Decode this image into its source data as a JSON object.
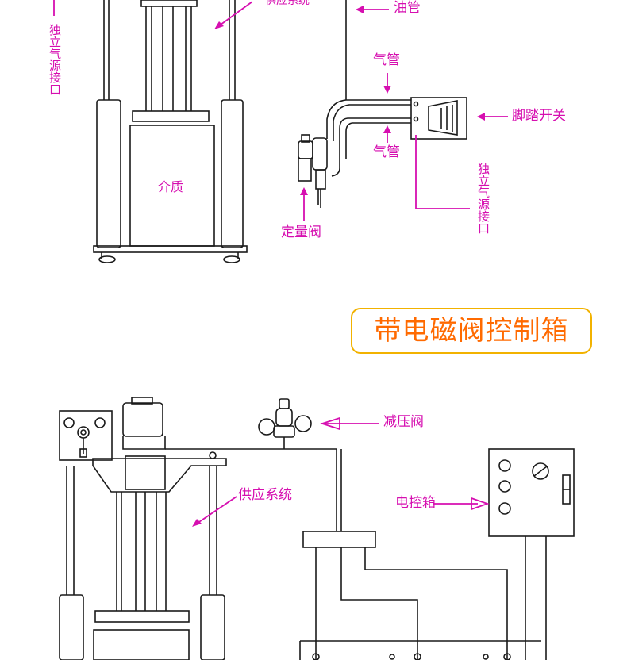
{
  "top": {
    "supply_system": "供应系统",
    "oil_pipe": "油管",
    "air_pipe_top": "气管",
    "air_pipe_bottom": "气管",
    "foot_switch": "脚踏开关",
    "metering_valve": "定量阀",
    "independent_air_left": "独立气源接口",
    "independent_air_right": "独立气源接口",
    "medium": "介质"
  },
  "title": {
    "text": "带电磁阀控制箱"
  },
  "bottom": {
    "pressure_valve": "减压阀",
    "supply_system": "供应系统",
    "control_box": "电控箱"
  },
  "colors": {
    "label": "#d60fb0",
    "title_text": "#ff6a00",
    "title_border": "#f2b200",
    "line": "#1a1a1a"
  }
}
